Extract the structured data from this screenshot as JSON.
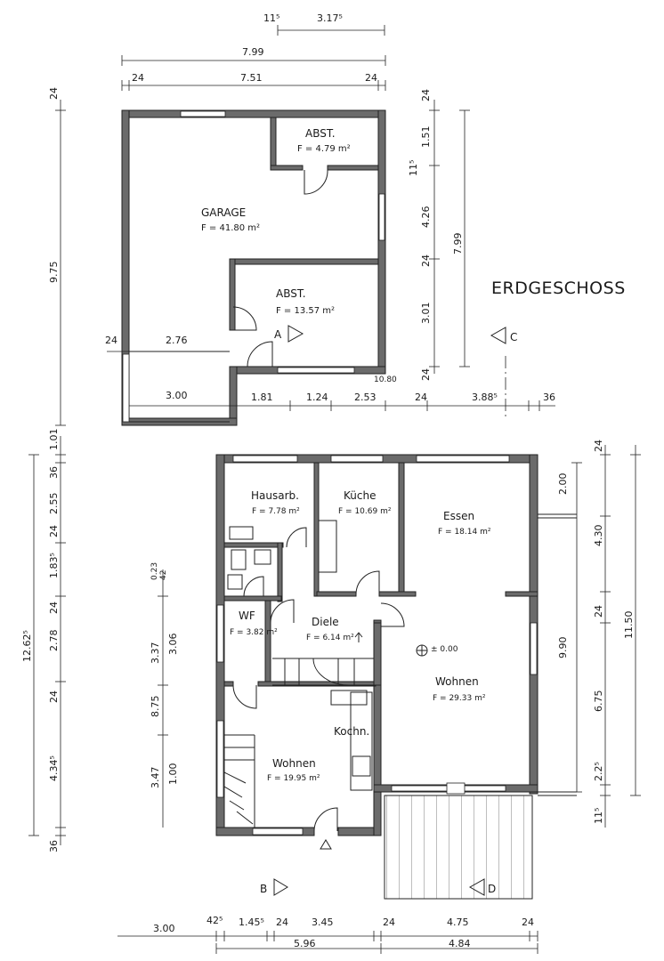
{
  "plan_title": "ERDGESCHOSS",
  "rooms": {
    "garage": {
      "name": "GARAGE",
      "area": "F = 41.80 m²"
    },
    "abst1": {
      "name": "ABST.",
      "area": "F = 4.79 m²"
    },
    "abst2": {
      "name": "ABST.",
      "area": "F = 13.57 m²"
    },
    "hausarb": {
      "name": "Hausarb.",
      "area": "F = 7.78 m²"
    },
    "kuche": {
      "name": "Küche",
      "area": "F = 10.69 m²"
    },
    "essen": {
      "name": "Essen",
      "area": "F = 18.14 m²"
    },
    "wf": {
      "name": "WF",
      "area": "F = 3.82 m²"
    },
    "diele": {
      "name": "Diele",
      "area": "F = 6.14 m²"
    },
    "wohnen_big": {
      "name": "Wohnen",
      "area": "F = 29.33 m²"
    },
    "kochn": {
      "name": "Kochn."
    },
    "wohnen_small": {
      "name": "Wohnen",
      "area": "F = 19.95 m²"
    }
  },
  "markers": {
    "section_a": "A",
    "section_b": "B",
    "section_c": "C",
    "section_d": "D",
    "level": "± 0.00",
    "corner_height": "10.80"
  },
  "dims": {
    "top_a": "11⁵",
    "top_b": "3.17⁵",
    "top_total": "7.99",
    "top_left": "24",
    "top_mid": "7.51",
    "top_right": "24",
    "garage_left_h": "24",
    "garage_height": "9.75",
    "garage_r1": "24",
    "garage_r2": "1.51",
    "garage_r3": "11⁵",
    "garage_r4": "4.26",
    "garage_r5": "24",
    "garage_r6": "3.01",
    "garage_r7": "24",
    "garage_rt": "7.99",
    "garage_in_l": "24",
    "garage_in_m": "2.76",
    "garage_bot_1": "3.00",
    "garage_bot_2": "1.81",
    "garage_bot_3": "1.24",
    "garage_bot_4": "2.53",
    "c_1": "24",
    "c_2": "3.88⁵",
    "c_3": "36",
    "left_1": "1.01",
    "left_2": "36",
    "left_3": "2.55",
    "left_4": "24",
    "left_5": "1.83⁵",
    "left_6": "24",
    "left_7": "2.78",
    "left_8": "24",
    "left_9": "4.34⁵",
    "left_10": "36",
    "left_total": "12.62⁵",
    "mid_1": "0.23",
    "mid_2": "42",
    "mid_3": "3.37",
    "mid_4": "3.06",
    "mid_5": "8.75",
    "mid_6": "3.47",
    "mid_7": "1.00",
    "right_1": "24",
    "right_2": "2.00",
    "right_3": "4.30",
    "right_4": "24",
    "right_5": "6.75",
    "right_6": "2.2⁵",
    "right_7": "11⁵",
    "right_total_a": "9.90",
    "right_total_b": "11.50",
    "bot_1": "3.00",
    "bot_2": "42⁵",
    "bot_3": "1.45⁵",
    "bot_4": "24",
    "bot_5": "3.45",
    "bot_6": "24",
    "bot_7": "4.75",
    "bot_8": "24",
    "bot_t1": "5.96",
    "bot_t2": "4.84"
  }
}
